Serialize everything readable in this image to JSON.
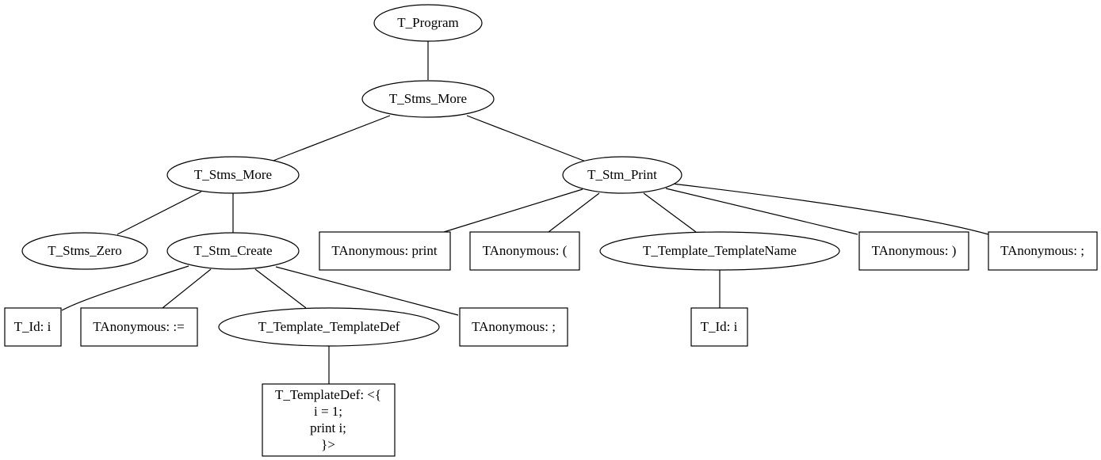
{
  "diagram": {
    "type": "parse-tree",
    "style": {
      "stroke": "#000000",
      "fill": "#ffffff",
      "text": "#000000"
    },
    "nodes": [
      {
        "id": "n1",
        "label": "T_Program",
        "shape": "ellipse"
      },
      {
        "id": "n2",
        "label": "T_Stms_More",
        "shape": "ellipse"
      },
      {
        "id": "n3",
        "label": "T_Stms_More",
        "shape": "ellipse"
      },
      {
        "id": "n4",
        "label": "T_Stm_Print",
        "shape": "ellipse"
      },
      {
        "id": "n5",
        "label": "T_Stms_Zero",
        "shape": "ellipse"
      },
      {
        "id": "n6",
        "label": "T_Stm_Create",
        "shape": "ellipse"
      },
      {
        "id": "n7",
        "label": "TAnonymous: print",
        "shape": "box"
      },
      {
        "id": "n8",
        "label": "TAnonymous: (",
        "shape": "box"
      },
      {
        "id": "n9",
        "label": "T_Template_TemplateName",
        "shape": "ellipse"
      },
      {
        "id": "n10",
        "label": "TAnonymous: )",
        "shape": "box"
      },
      {
        "id": "n11",
        "label": "TAnonymous: ;",
        "shape": "box"
      },
      {
        "id": "n12",
        "label": "T_Id: i",
        "shape": "box"
      },
      {
        "id": "n13",
        "label": "TAnonymous: :=",
        "shape": "box"
      },
      {
        "id": "n14",
        "label": "T_Template_TemplateDef",
        "shape": "ellipse"
      },
      {
        "id": "n15",
        "label": "TAnonymous: ;",
        "shape": "box"
      },
      {
        "id": "n16",
        "label": "T_Id: i",
        "shape": "box"
      },
      {
        "id": "n17",
        "lines": [
          "T_TemplateDef: <{",
          "i = 1;",
          "print i;",
          "}>"
        ],
        "shape": "box"
      }
    ],
    "edges": [
      [
        "n1",
        "n2"
      ],
      [
        "n2",
        "n3"
      ],
      [
        "n2",
        "n4"
      ],
      [
        "n3",
        "n5"
      ],
      [
        "n3",
        "n6"
      ],
      [
        "n4",
        "n7"
      ],
      [
        "n4",
        "n8"
      ],
      [
        "n4",
        "n9"
      ],
      [
        "n4",
        "n10"
      ],
      [
        "n4",
        "n11"
      ],
      [
        "n6",
        "n12"
      ],
      [
        "n6",
        "n13"
      ],
      [
        "n6",
        "n14"
      ],
      [
        "n6",
        "n15"
      ],
      [
        "n9",
        "n16"
      ],
      [
        "n14",
        "n17"
      ]
    ]
  }
}
